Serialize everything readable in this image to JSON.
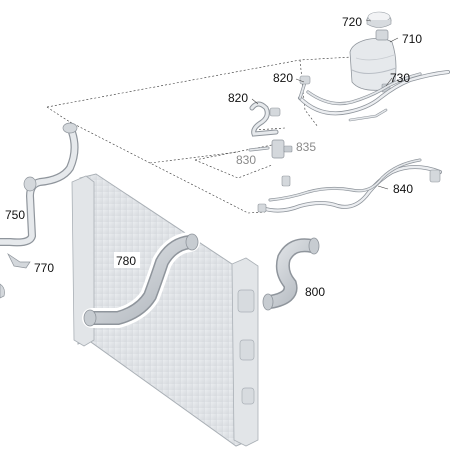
{
  "diagram": {
    "colors": {
      "part_fill": "#dcdfe3",
      "part_shade": "#b9bec5",
      "part_outline": "#8f959c",
      "highlight_outline": "#ffffff",
      "text": "#111111",
      "muted_text": "#8a8a8a"
    },
    "callouts": {
      "c720": "720",
      "c710": "710",
      "c820a": "820",
      "c730": "730",
      "c820b": "820",
      "c830": "830",
      "c835": "835",
      "c840": "840",
      "c750": "750",
      "c770": "770",
      "c780": "780",
      "c800": "800"
    }
  }
}
